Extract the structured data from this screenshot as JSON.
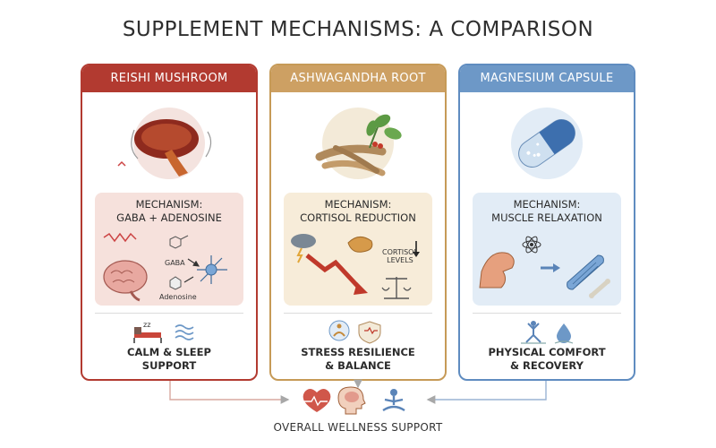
{
  "title": "SUPPLEMENT MECHANISMS: A COMPARISON",
  "cards": [
    {
      "header": "REISHI MUSHROOM",
      "accent": "#b23a30",
      "mechanism_line1": "MECHANISM:",
      "mechanism_line2": "GABA + ADENOSINE",
      "labels": {
        "gaba": "GABA",
        "adenosine": "Adenosine"
      },
      "icons": [
        "mushroom-icon",
        "brain-icon",
        "neuron-icon",
        "molecule-icon",
        "bed-icon",
        "waves-icon"
      ],
      "outcome_line1": "CALM & SLEEP",
      "outcome_line2": "SUPPORT"
    },
    {
      "header": "ASHWAGANDHA ROOT",
      "accent": "#cda063",
      "mechanism_line1": "MECHANISM:",
      "mechanism_line2": "CORTISOL REDUCTION",
      "labels": {
        "cortisol1": "CORTISOL",
        "cortisol2": "LEVELS"
      },
      "icons": [
        "root-icon",
        "storm-cloud-icon",
        "down-arrow-icon",
        "adrenal-gland-icon",
        "balance-scale-icon",
        "meditation-icon",
        "heart-shield-icon"
      ],
      "outcome_line1": "STRESS RESILIENCE",
      "outcome_line2": "& BALANCE"
    },
    {
      "header": "MAGNESIUM CAPSULE",
      "accent": "#6d98c7",
      "mechanism_line1": "MECHANISM:",
      "mechanism_line2": "MUSCLE RELAXATION",
      "labels": {},
      "icons": [
        "capsule-icon",
        "arm-muscle-icon",
        "atom-icon",
        "muscle-fiber-icon",
        "bone-icon",
        "yoga-pose-icon",
        "water-drop-icon"
      ],
      "outcome_line1": "PHYSICAL COMFORT",
      "outcome_line2": "& RECOVERY"
    }
  ],
  "footer": {
    "label": "OVERALL WELLNESS SUPPORT",
    "icons": [
      "heart-pulse-icon",
      "head-brain-icon",
      "person-meditating-icon"
    ]
  }
}
